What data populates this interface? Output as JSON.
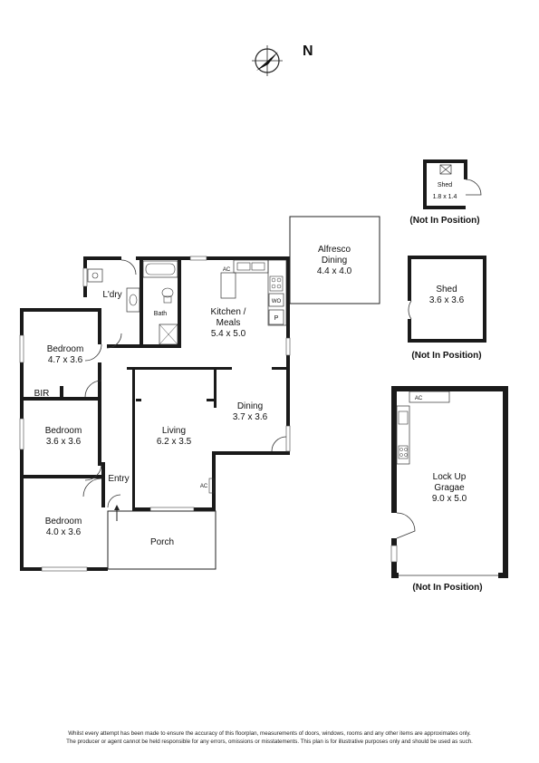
{
  "compass": {
    "label": "N"
  },
  "rooms": {
    "bedroom1": {
      "name": "Bedroom",
      "size": "4.7 x 3.6"
    },
    "bedroom2": {
      "name": "Bedroom",
      "size": "3.6 x 3.6"
    },
    "bedroom3": {
      "name": "Bedroom",
      "size": "4.0 x 3.6"
    },
    "bir": {
      "name": "BIR"
    },
    "laundry": {
      "name": "L'dry"
    },
    "bath": {
      "name": "Bath"
    },
    "kitchen": {
      "name": "Kitchen /",
      "name2": "Meals",
      "size": "5.4 x 5.0"
    },
    "living": {
      "name": "Living",
      "size": "6.2 x 3.5"
    },
    "dining": {
      "name": "Dining",
      "size": "3.7 x 3.6"
    },
    "entry": {
      "name": "Entry"
    },
    "porch": {
      "name": "Porch"
    },
    "alfresco": {
      "name": "Alfresco",
      "name2": "Dining",
      "size": "4.4 x 4.0"
    },
    "shed_small": {
      "name": "Shed",
      "size": "1.8 x 1.4"
    },
    "shed_large": {
      "name": "Shed",
      "size": "3.6 x 3.6"
    },
    "garage": {
      "name": "Lock Up",
      "name2": "Gragae",
      "size": "9.0 x 5.0"
    }
  },
  "fixtures": {
    "ac": "AC",
    "wo": "WO",
    "pantry": "P"
  },
  "notes": {
    "not_in_position": "(Not In Position)"
  },
  "disclaimer": {
    "line1": "Whilst every attempt has been made to ensure the accuracy of this floorplan, measurements of doors, windows, rooms and any other items are approximates only.",
    "line2": "The producer or agent cannot be held responsible for any errors, omissions or misstatements. This plan is for illustrative purposes only and should be used as such."
  }
}
